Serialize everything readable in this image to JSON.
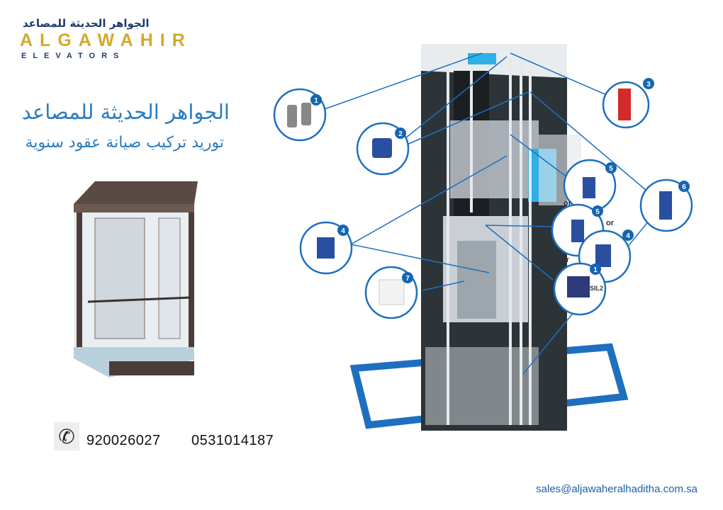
{
  "logo": {
    "arabic": "الجواهر الحديثة للمصاعد",
    "brand": "ALGAWAHIR",
    "sub": "ELEVATORS"
  },
  "headline": {
    "title": "الجواهر الحديثة للمصاعد",
    "subtitle": "توريد تركيب صيانة عقود سنوية"
  },
  "contact": {
    "phone1": "920026027",
    "phone2": "0531014187",
    "email": "sales@aljawaheralhaditha.com.sa"
  },
  "diagram": {
    "callouts": [
      {
        "number": "1"
      },
      {
        "number": "2"
      },
      {
        "number": "3"
      },
      {
        "number": "4"
      },
      {
        "number": "5"
      },
      {
        "number": "5"
      },
      {
        "number": "4"
      },
      {
        "number": "1"
      },
      {
        "number": "7"
      },
      {
        "number": "6"
      }
    ],
    "or_label": "or",
    "sil_label": "SIL2"
  },
  "colors": {
    "accent": "#2a7cc0",
    "gold": "#d4a92a",
    "navy": "#1f3a6e",
    "callout": "#1565b0"
  }
}
